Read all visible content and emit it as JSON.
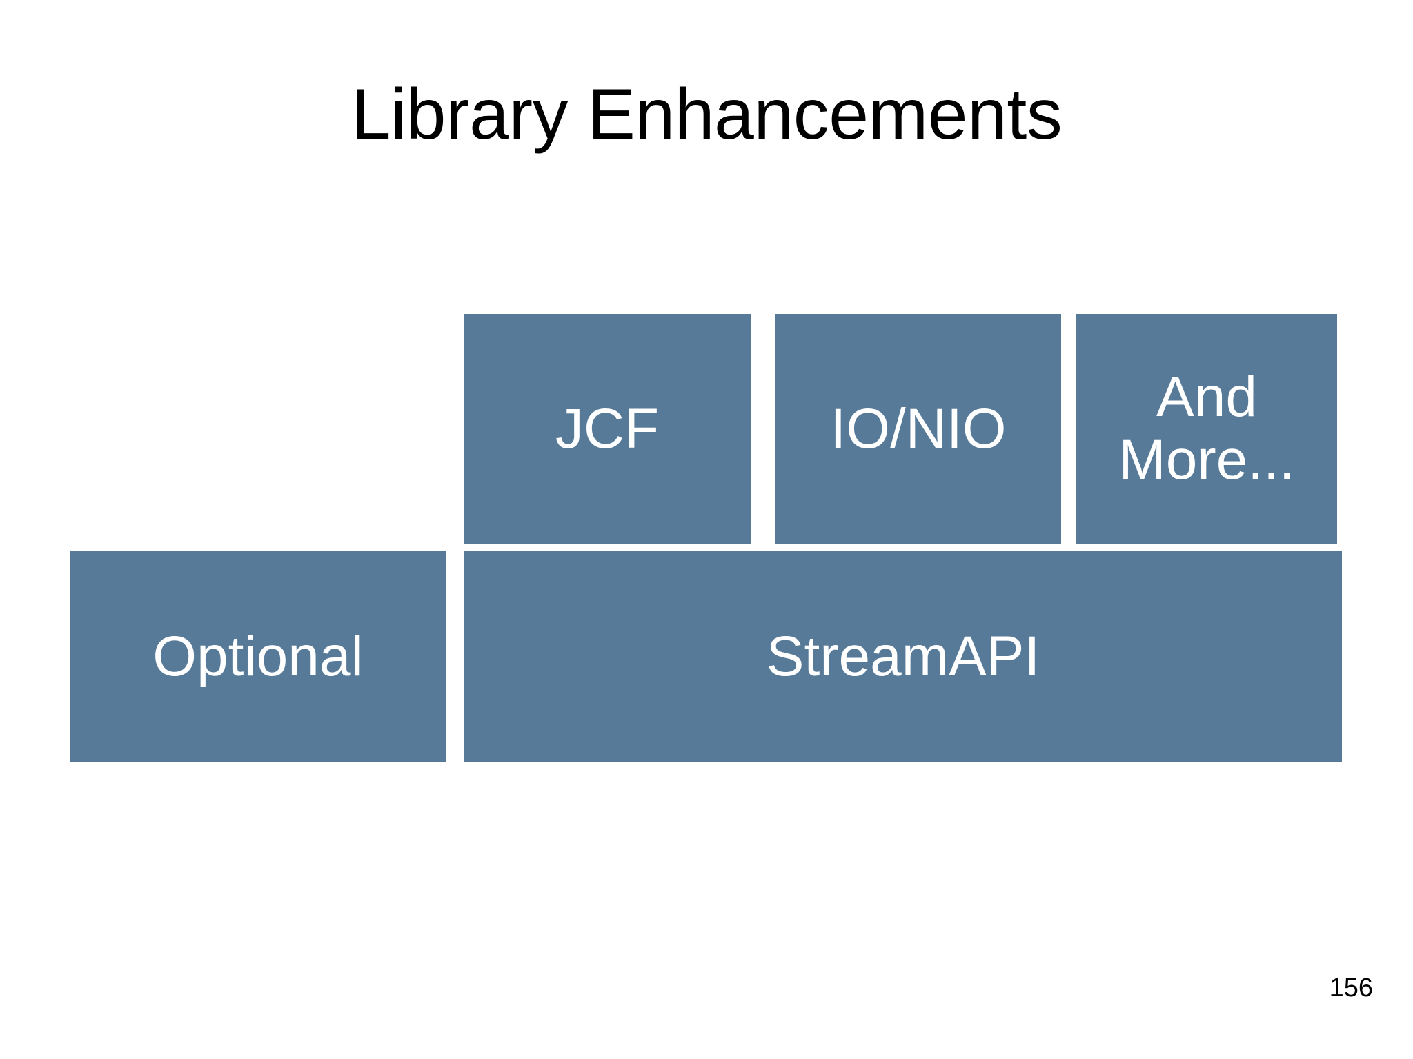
{
  "slide": {
    "title": "Library Enhancements",
    "page_number": "156",
    "background_color": "#ffffff",
    "title_color": "#000000",
    "block_fill_color": "#577A98",
    "block_text_color": "#ffffff"
  },
  "diagram": {
    "type": "block-diagram",
    "rows": [
      {
        "name": "top-row",
        "blocks": [
          {
            "id": "jcf",
            "label": "JCF"
          },
          {
            "id": "ionio",
            "label": "IO/NIO"
          },
          {
            "id": "andmore",
            "label": "And\nMore..."
          }
        ]
      },
      {
        "name": "bottom-row",
        "blocks": [
          {
            "id": "optional",
            "label": "Optional"
          },
          {
            "id": "streamapi",
            "label": "StreamAPI"
          }
        ]
      }
    ]
  }
}
